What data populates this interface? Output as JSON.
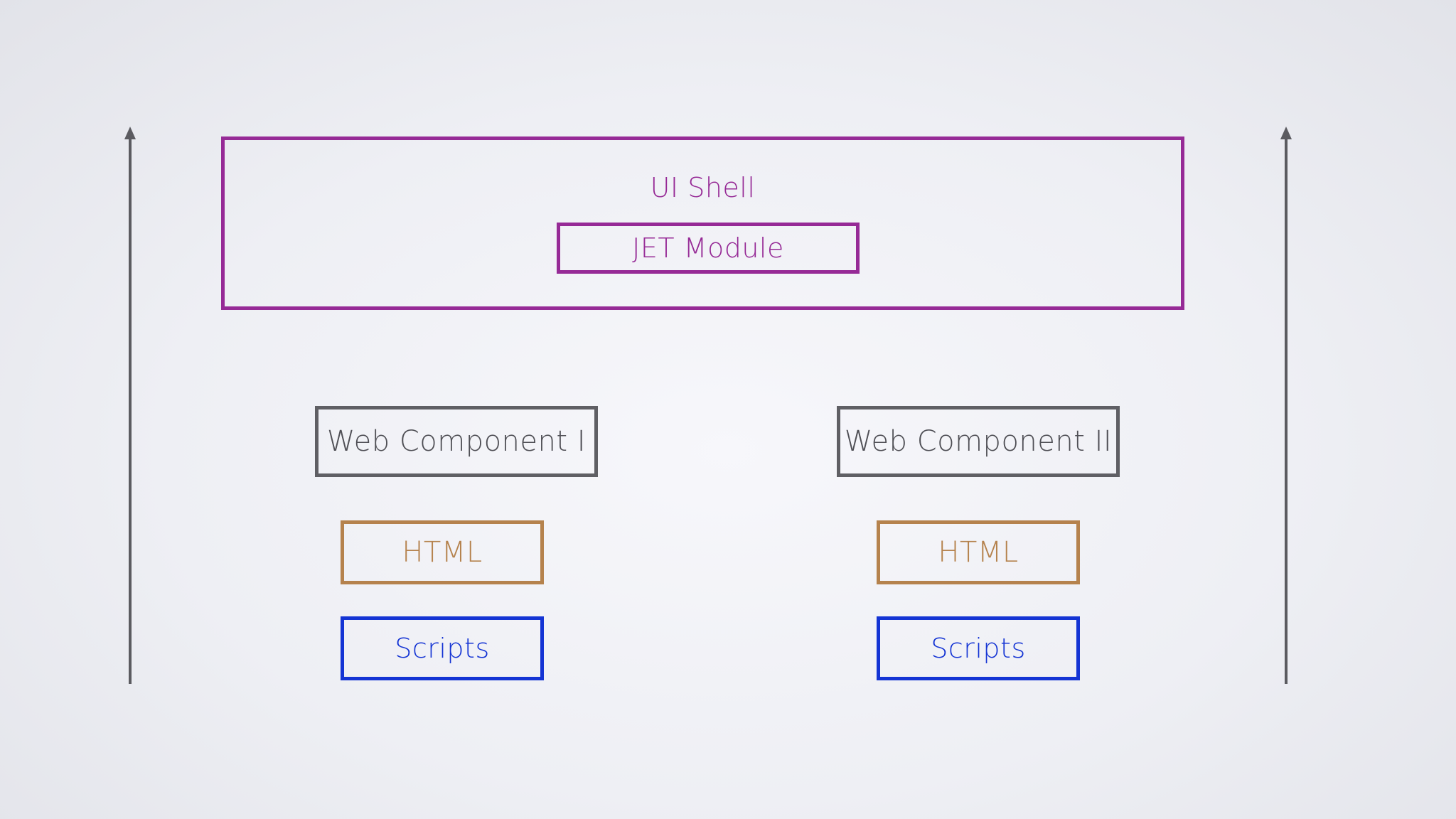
{
  "diagram": {
    "ui_shell": {
      "label": "UI Shell",
      "color": "#962a96"
    },
    "jet_module": {
      "label": "JET Module",
      "color": "#962a96"
    },
    "components": [
      {
        "label": "Web Component I",
        "html_label": "HTML",
        "scripts_label": "Scripts"
      },
      {
        "label": "Web Component II",
        "html_label": "HTML",
        "scripts_label": "Scripts"
      }
    ],
    "colors": {
      "component_border": "#5f5f64",
      "html_border": "#b5824d",
      "scripts_border": "#1434d4",
      "arrow": "#5b5b60"
    }
  }
}
